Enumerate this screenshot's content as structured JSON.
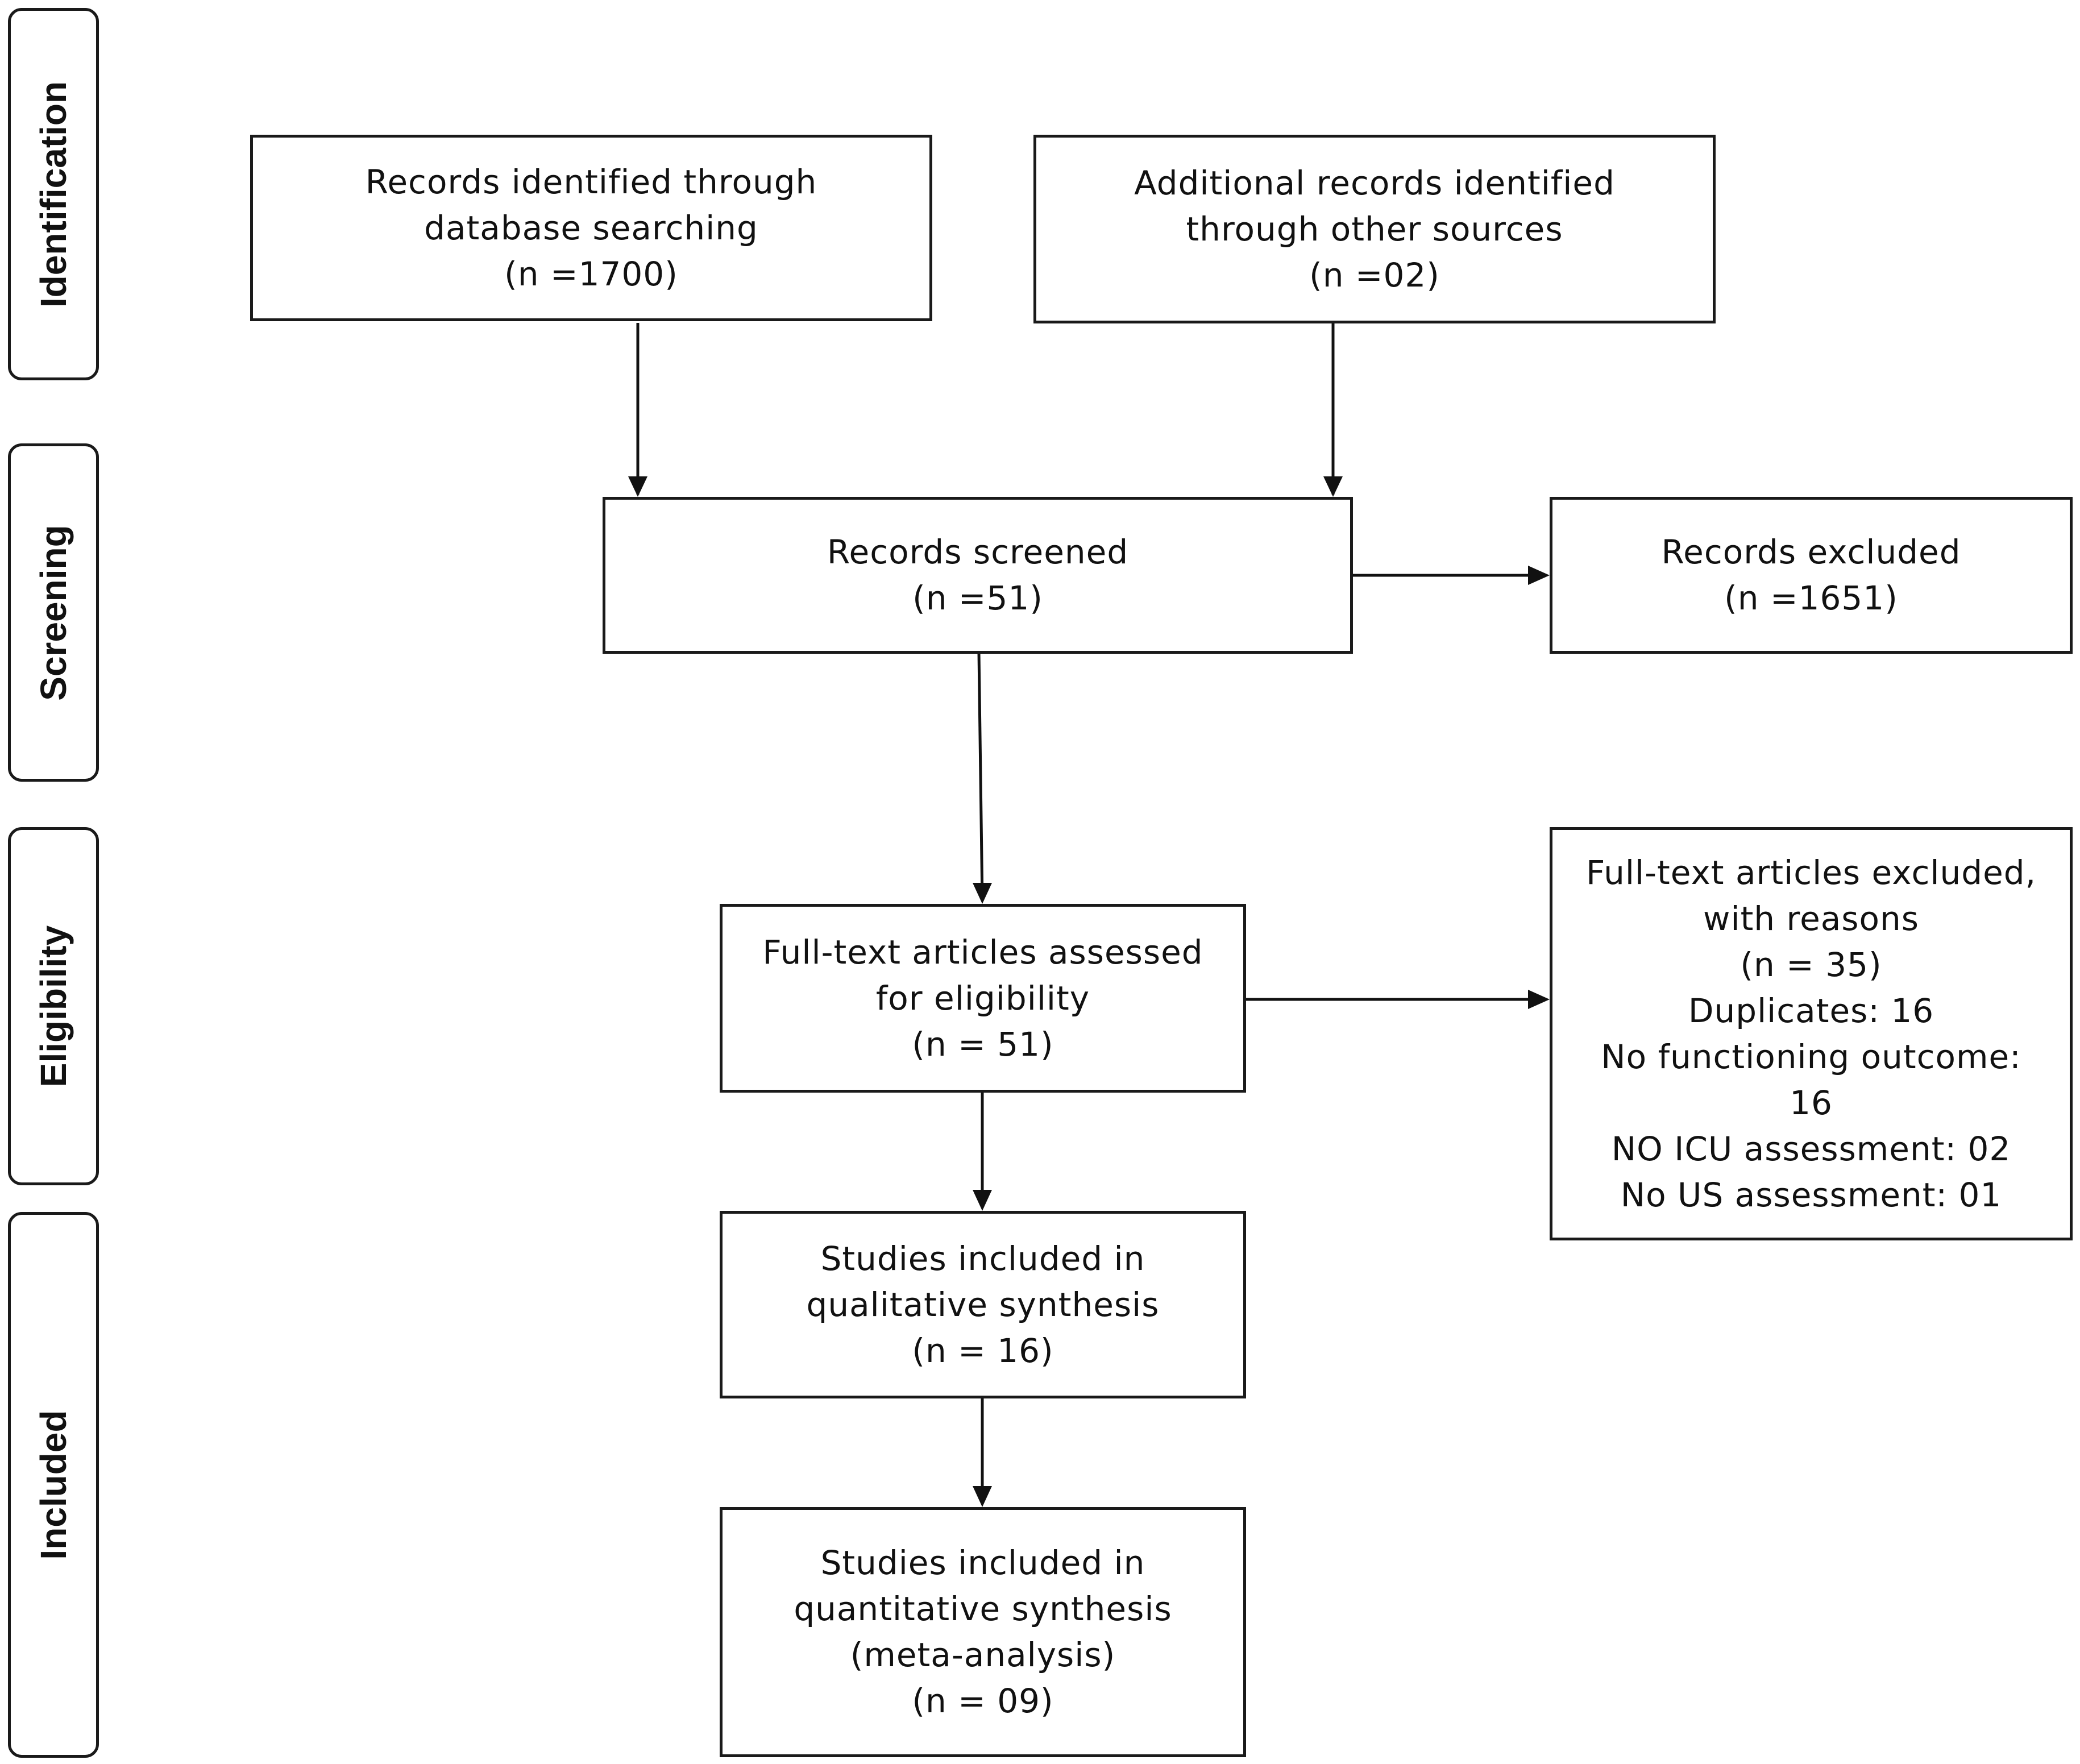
{
  "stages": {
    "identification": "Identification",
    "screening": "Screening",
    "eligibility": "Eligibility",
    "included": "Included"
  },
  "boxes": {
    "database_records": {
      "lines": [
        "Records identified through",
        "database searching",
        "(n =1700)"
      ]
    },
    "other_sources": {
      "lines": [
        "Additional records identified",
        "through other sources",
        "(n =02)"
      ]
    },
    "records_screened": {
      "lines": [
        "Records screened",
        "(n =51)"
      ]
    },
    "records_excluded": {
      "lines": [
        "Records excluded",
        "(n =1651)"
      ]
    },
    "fulltext_assessed": {
      "lines": [
        "Full-text articles assessed",
        "for eligibility",
        "(n = 51)"
      ]
    },
    "fulltext_excluded": {
      "lines": [
        "Full-text articles excluded,",
        "with reasons",
        "(n = 35)",
        "Duplicates: 16",
        "No functioning outcome:",
        "16",
        "NO ICU assessment: 02",
        "No US assessment: 01"
      ]
    },
    "qualitative": {
      "lines": [
        "Studies included in",
        "qualitative synthesis",
        "(n = 16)"
      ]
    },
    "quantitative": {
      "lines": [
        "Studies included in",
        "quantitative synthesis",
        "(meta-analysis)",
        "(n = 09)"
      ]
    }
  }
}
